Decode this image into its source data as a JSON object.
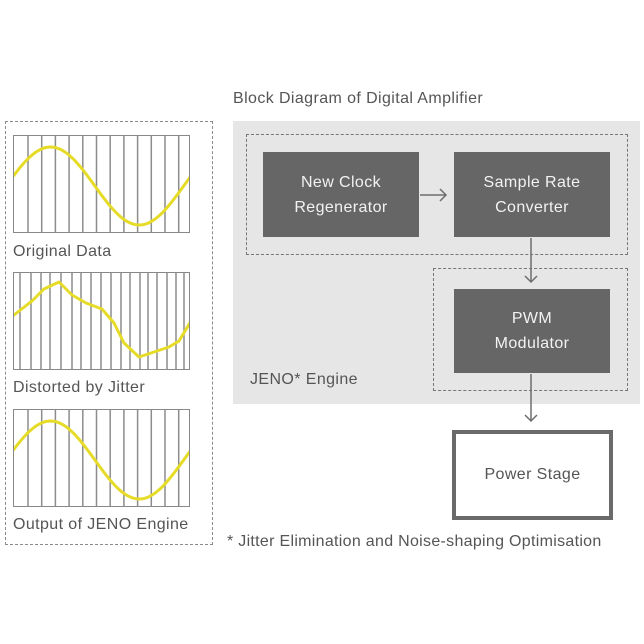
{
  "diagram": {
    "title": "Block Diagram of Digital Amplifier",
    "blocks": {
      "clock": "New Clock\nRegenerator",
      "src": "Sample Rate\nConverter",
      "pwm": "PWM\nModulator",
      "power": "Power Stage"
    },
    "engine_label": "JENO* Engine",
    "footnote": "* Jitter Elimination and Noise-shaping Optimisation"
  },
  "waveforms": [
    {
      "caption": "Original Data"
    },
    {
      "caption": "Distorted by Jitter"
    },
    {
      "caption": "Output of JENO Engine"
    }
  ],
  "colors": {
    "wave": "#e6dc28",
    "block_fill": "#666666",
    "engine_background": "#e6e6e6"
  }
}
